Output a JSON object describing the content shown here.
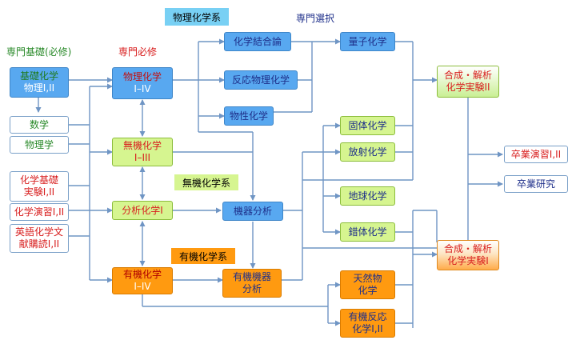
{
  "headers": {
    "foundation": "専門基礎(必修)",
    "core": "専門必修",
    "elective": "専門選択"
  },
  "categories": {
    "physical": "物理化学系",
    "inorganic": "無機化学系",
    "organic": "有機化学系"
  },
  "nodes": {
    "kiso_top": "基礎化学",
    "kiso_bottom": "物理I,II",
    "sugaku": "数学",
    "butsurigaku": "物理学",
    "kagaku_kiso_top": "化学基礎",
    "kagaku_kiso_bottom": "実験I,II",
    "kagaku_enshu": "化学演習I,II",
    "eigo_top": "英語化学文",
    "eigo_bottom": "献購読I,II",
    "butsuri_top": "物理化学",
    "butsuri_bottom": "I–IV",
    "muki_top": "無機化学",
    "muki_bottom": "I–III",
    "bunseki": "分析化学I",
    "yuki_top": "有機化学",
    "yuki_bottom": "I–IV",
    "ketsugo": "化学結合論",
    "hanno": "反応物理化学",
    "bussei": "物性化学",
    "kiki": "機器分析",
    "yuki_kiki_top": "有機機器",
    "yuki_kiki_bottom": "分析",
    "ryoshi": "量子化学",
    "kotai": "固体化学",
    "hosha": "放射化学",
    "chikyu": "地球化学",
    "sakutai": "錯体化学",
    "tennen_top": "天然物",
    "tennen_bottom": "化学",
    "yuki_hanno_top": "有機反応",
    "yuki_hanno_bottom": "化学I,II",
    "gosei2_top": "合成・解析",
    "gosei2_bottom": "化学実験II",
    "gosei1_top": "合成・解析",
    "gosei1_bottom": "化学実験I",
    "sotsugyo_enshu": "卒業演習I,II",
    "sotsugyo_kenkyu": "卒業研究"
  },
  "colors": {
    "line": "#6f95c4",
    "green_text": "#2a8a2a",
    "red_text": "#d81e1e",
    "blue_fill": "#58a8f0",
    "green_fill": "#d6f590",
    "orange_fill": "#ff9a10"
  }
}
